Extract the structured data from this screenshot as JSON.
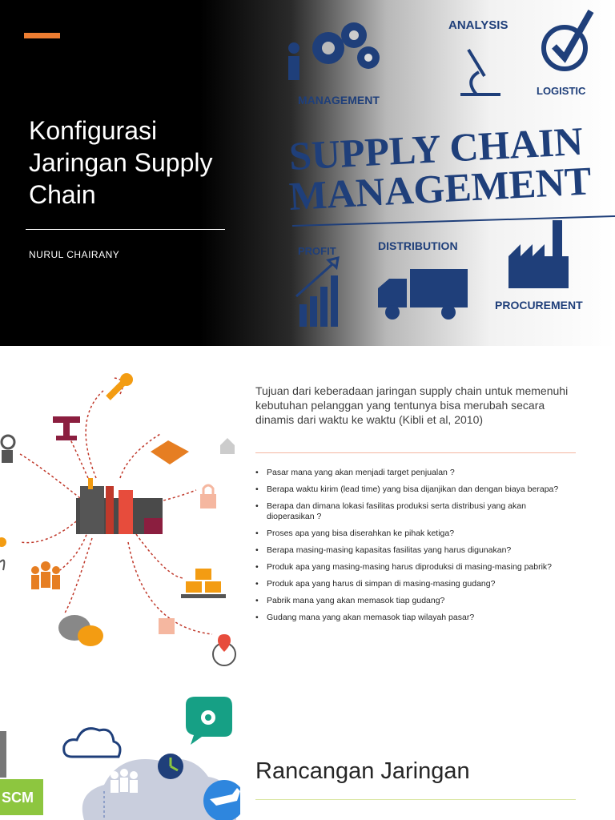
{
  "colors": {
    "accent_orange": "#ED7D31",
    "slide2_rule": "#F4B6A0",
    "slide3_rule": "#D9E5A0",
    "navy": "#1F3F7A",
    "scm_green": "#8DC63F"
  },
  "slide1": {
    "title": "Konfigurasi Jaringan Supply Chain",
    "author": "NURUL CHAIRANY",
    "image_words": {
      "analysis": "ANALYSIS",
      "management_small": "MANAGEMENT",
      "logistic": "LOGISTIC",
      "headline_top": "SUPPLY CHAIN",
      "headline_bottom": "MANAGEMENT",
      "profit": "PROFIT",
      "distribution": "DISTRIBUTION",
      "procurement": "PROCUREMENT"
    }
  },
  "slide2": {
    "intro": "Tujuan dari keberadaan jaringan supply chain untuk memenuhi kebutuhan pelanggan yang tentunya bisa merubah secara dinamis dari waktu ke waktu (Kibli et al, 2010)",
    "questions": [
      "Pasar mana yang akan menjadi target penjualan ?",
      "Berapa waktu kirim (lead time) yang bisa dijanjikan dan dengan biaya berapa?",
      "Berapa dan dimana lokasi fasilitas produksi serta distribusi yang akan dioperasikan ?",
      "Proses apa yang bisa diserahkan ke pihak ketiga?",
      "Berapa masing-masing kapasitas fasilitas yang harus digunakan?",
      "Produk apa yang masing-masing harus diproduksi di masing-masing pabrik?",
      "Produk apa yang harus di simpan di masing-masing gudang?",
      "Pabrik mana yang akan memasok tiap gudang?",
      "Gudang mana yang akan memasok tiap wilayah pasar?"
    ]
  },
  "slide3": {
    "heading": "Rancangan Jaringan",
    "badge": "SCM"
  }
}
